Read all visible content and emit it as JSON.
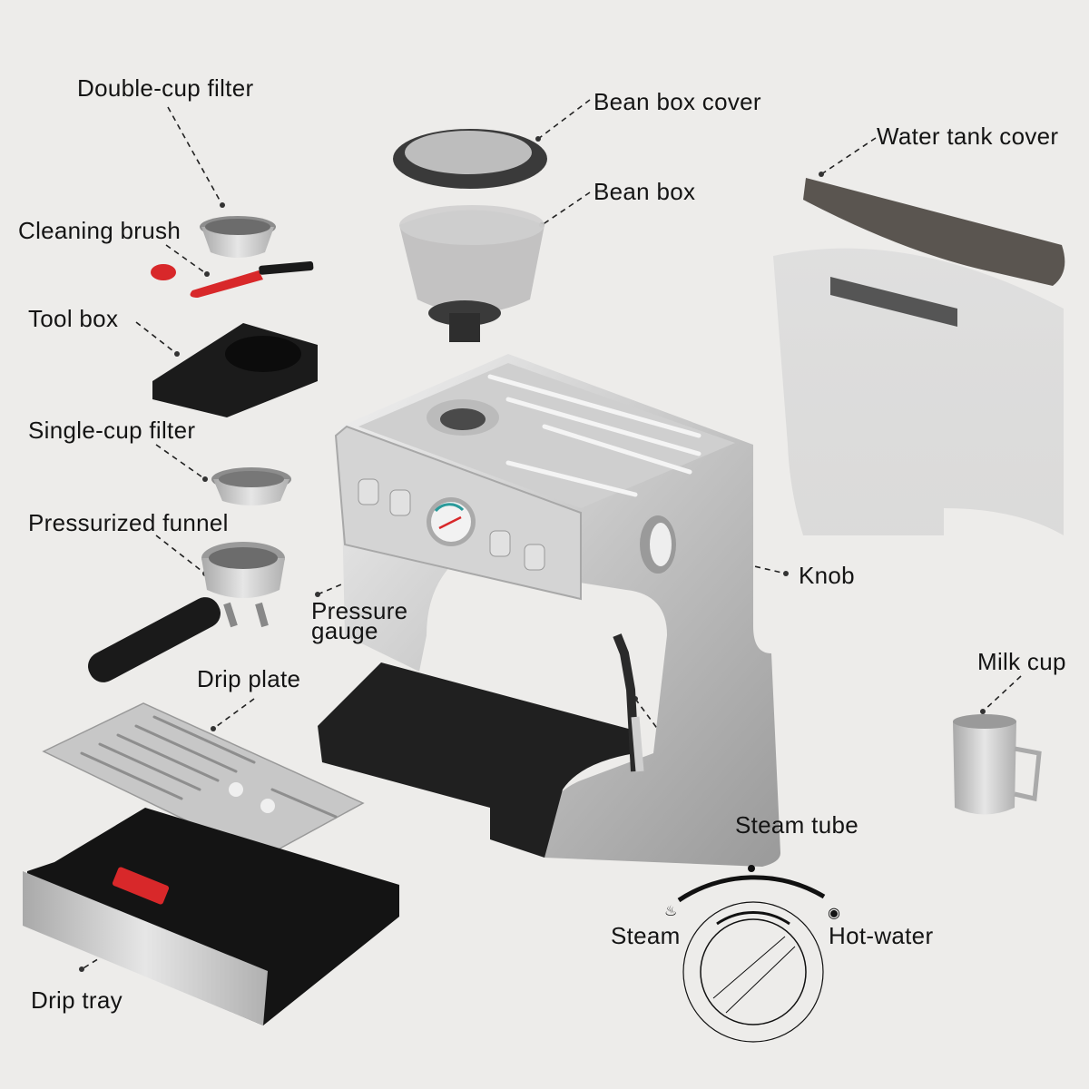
{
  "diagram": {
    "subject": "Espresso machine exploded view",
    "background_color": "#edecea",
    "labels": {
      "double_cup_filter": "Double-cup filter",
      "cleaning_brush": "Cleaning brush",
      "tool_box": "Tool box",
      "single_cup_filter": "Single-cup filter",
      "pressurized_funnel": "Pressurized funnel",
      "pressure_gauge_line1": "Pressure",
      "pressure_gauge_line2": "gauge",
      "drip_plate": "Drip plate",
      "drip_tray": "Drip tray",
      "bean_box_cover": "Bean box cover",
      "bean_box": "Bean box",
      "water_tank_cover": "Water tank cover",
      "knob": "Knob",
      "milk_cup": "Milk cup",
      "steam_tube": "Steam tube"
    },
    "knob_dial": {
      "left_label": "Steam",
      "right_label": "Hot-water",
      "left_icon": "steam-icon",
      "right_icon": "hot-water-icon"
    },
    "colors": {
      "steel": "#c9c9c9",
      "black_plastic": "#1a1a1a",
      "accent_red": "#d8282a",
      "gauge_teal": "#2a9a9a"
    }
  }
}
